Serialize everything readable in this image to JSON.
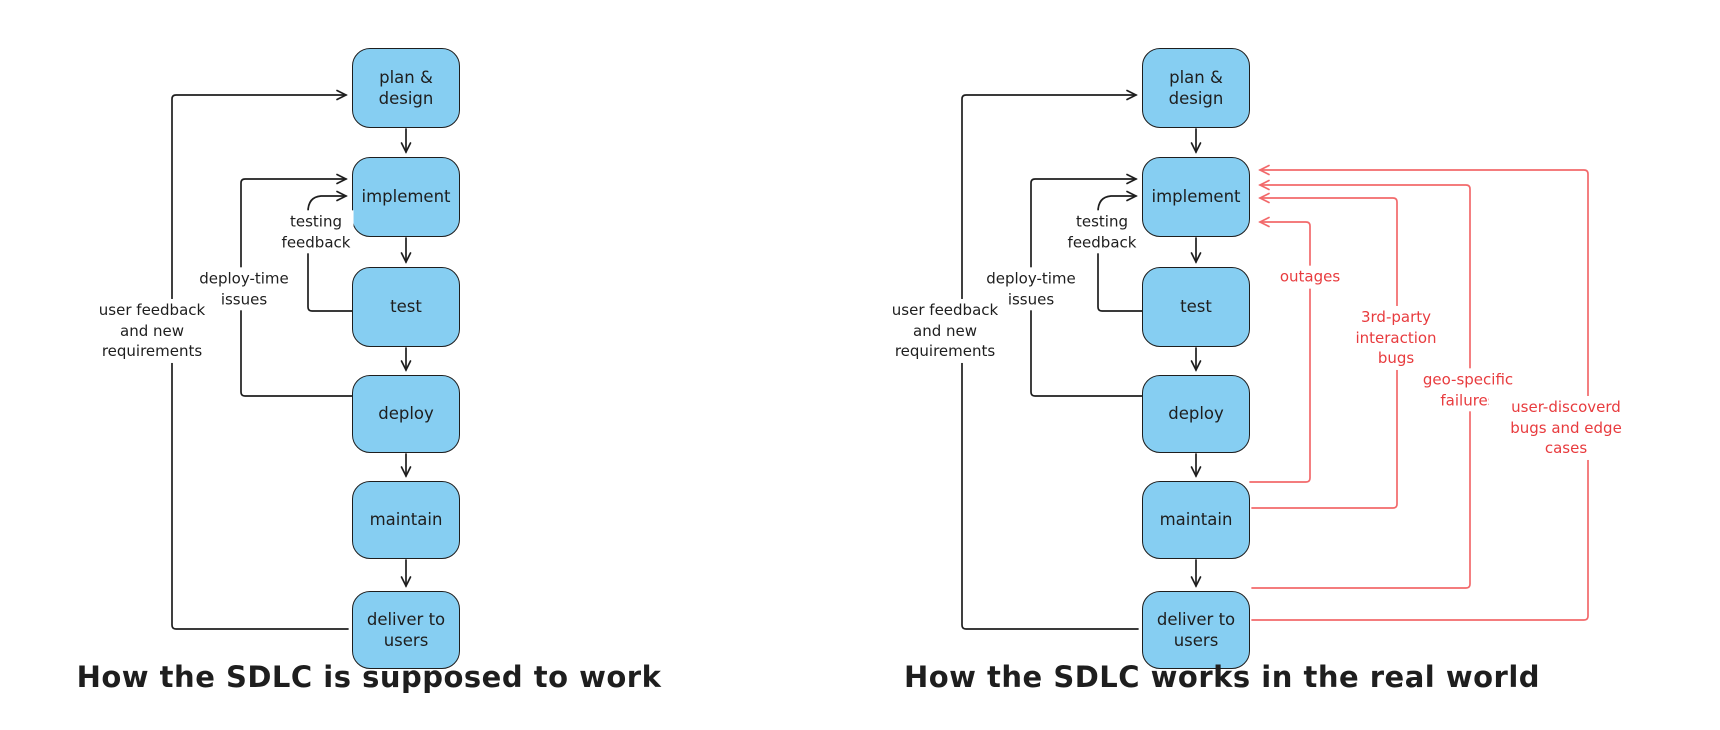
{
  "colors": {
    "background": "#ffffff",
    "ink": "#1e1e1e",
    "box_fill": "#86cef2",
    "red_line": "#f2696b",
    "red_text": "#e83b3e"
  },
  "left_diagram": {
    "caption": "How the SDLC is supposed to work",
    "boxes": {
      "plan": "plan &\ndesign",
      "implement": "implement",
      "test": "test",
      "deploy": "deploy",
      "maintain": "maintain",
      "deliver": "deliver to\nusers"
    },
    "labels": {
      "testing_feedback": "testing\nfeedback",
      "deploy_time_issues": "deploy-time\nissues",
      "user_feedback": "user feedback\nand new\nrequirements"
    }
  },
  "right_diagram": {
    "caption": "How the SDLC works in the real world",
    "boxes": {
      "plan": "plan &\ndesign",
      "implement": "implement",
      "test": "test",
      "deploy": "deploy",
      "maintain": "maintain",
      "deliver": "deliver to\nusers"
    },
    "labels": {
      "testing_feedback": "testing\nfeedback",
      "deploy_time_issues": "deploy-time\nissues",
      "user_feedback": "user feedback\nand new\nrequirements",
      "outages": "outages",
      "third_party": "3rd-party\ninteraction\nbugs",
      "geo_specific": "geo-specific\nfailures",
      "user_discovered": "user-discoverd\nbugs and edge cases"
    }
  }
}
